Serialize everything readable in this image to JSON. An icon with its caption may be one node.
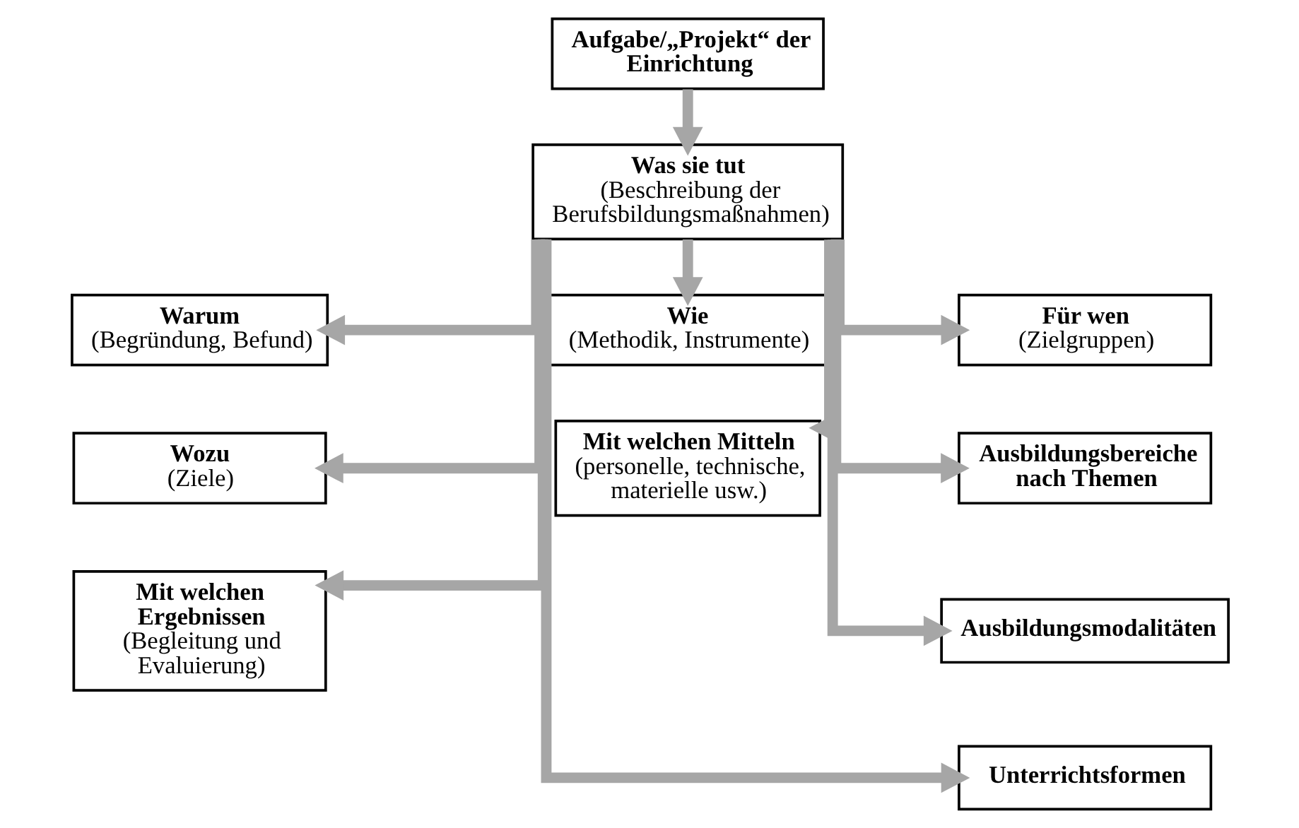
{
  "diagram": {
    "nodes": [
      {
        "text": [
          "Aufgabe/„Projekt“ der Einrichtung"
        ]
      },
      {
        "text": [
          "Was sie tut",
          "(Beschreibung der Berufsbildungsmaßnahmen)"
        ]
      },
      {
        "text": [
          "Warum",
          "(Begründung, Befund)"
        ]
      },
      {
        "text": [
          "Wozu",
          "(Ziele)"
        ]
      },
      {
        "text": [
          "Mit welchen Ergebnissen",
          "(Begleitung und Evaluierung)"
        ]
      },
      {
        "text": [
          "Wie",
          "(Methodik, Instrumente)"
        ]
      },
      {
        "text": [
          "Mit welchen Mitteln",
          "(personelle, technische, materielle usw.)"
        ]
      },
      {
        "text": [
          "Für wen",
          "(Zielgruppen)"
        ]
      },
      {
        "text": [
          "Ausbildungsbereiche nach Themen"
        ]
      },
      {
        "text": [
          "Ausbildungsmodalitäten"
        ]
      },
      {
        "text": [
          "Unterrichtsformen"
        ]
      }
    ],
    "edges": [
      {
        "from": 0,
        "to": 1,
        "arrow": "to"
      },
      {
        "from": 1,
        "to": 2,
        "arrow": "to"
      },
      {
        "from": 1,
        "to": 3,
        "arrow": "to"
      },
      {
        "from": 1,
        "to": 4,
        "arrow": "to"
      },
      {
        "from": 1,
        "to": 5,
        "arrow": "to"
      },
      {
        "from": 1,
        "to": 6,
        "arrow": "to"
      },
      {
        "from": 1,
        "to": 7,
        "arrow": "to"
      },
      {
        "from": 1,
        "to": 8,
        "arrow": "to"
      },
      {
        "from": 1,
        "to": 9,
        "arrow": "to"
      },
      {
        "from": 1,
        "to": 10,
        "arrow": "to"
      }
    ]
  }
}
